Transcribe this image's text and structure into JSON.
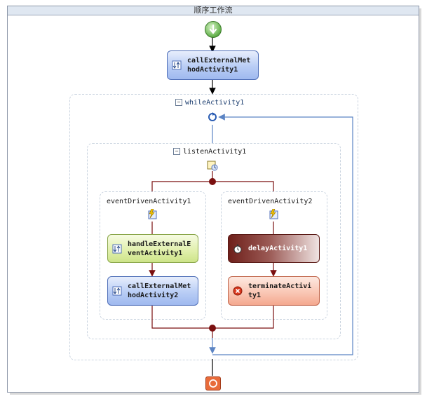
{
  "workflow": {
    "title": "顺序工作流",
    "while_label": "whileActivity1",
    "listen_label": "listenActivity1",
    "branches": [
      {
        "label": "eventDrivenActivity1"
      },
      {
        "label": "eventDrivenActivity2"
      }
    ],
    "activities": {
      "call1": "callExternalMet\nhodActivity1",
      "handle": "handleExternalE\nventActivity1",
      "call2": "callExternalMet\nhodActivity2",
      "delay": "delayActivity1",
      "terminate": "terminateActivi\nty1"
    },
    "colors": {
      "frame_border": "#8c96a8",
      "arrow_dark": "#000000",
      "arrow_red": "#7a0f0f",
      "arrow_blue": "#5b84c4"
    }
  }
}
